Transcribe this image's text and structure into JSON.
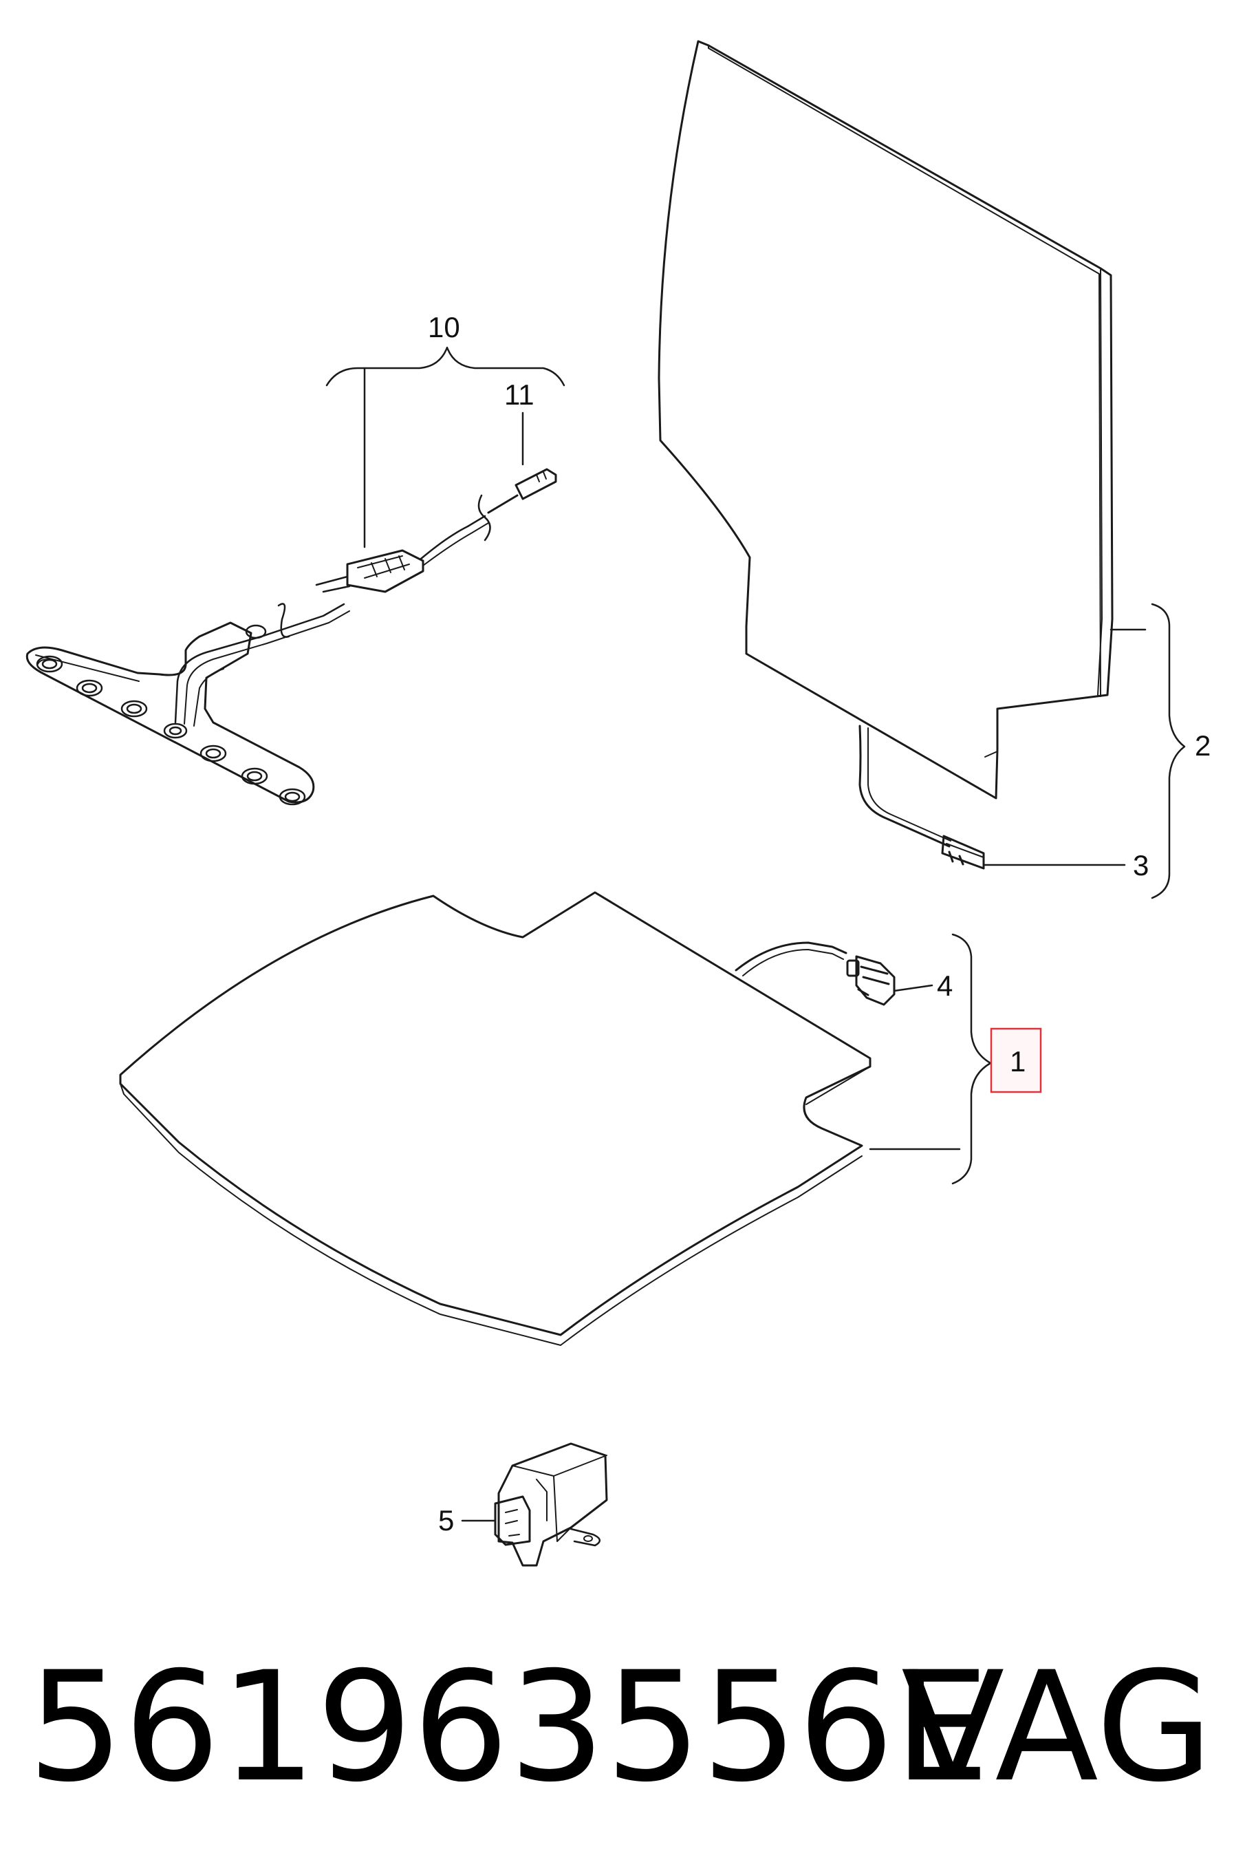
{
  "diagram": {
    "callouts": {
      "c1": "1",
      "c2": "2",
      "c3": "3",
      "c4": "4",
      "c5": "5",
      "c10": "10",
      "c11": "11"
    },
    "highlight": {
      "label": "1",
      "color": "#e0323c"
    },
    "line_color": "#1a1a1a"
  },
  "footer": {
    "part_number": "561963556E",
    "brand": "VAG"
  }
}
